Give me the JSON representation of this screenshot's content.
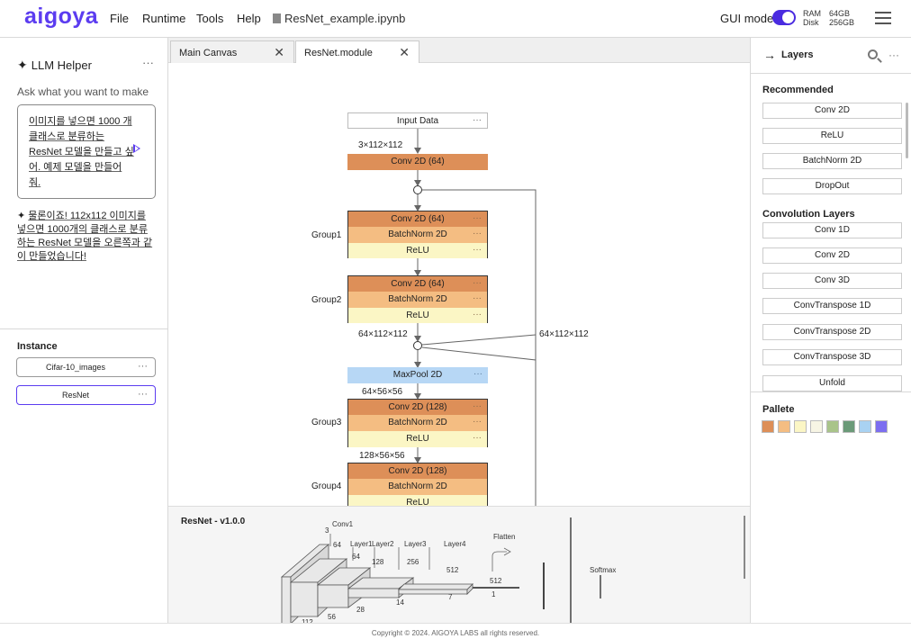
{
  "app": {
    "logo": "aigoya"
  },
  "menu": {
    "file": "File",
    "runtime": "Runtime",
    "tools": "Tools",
    "help": "Help"
  },
  "file_tab": {
    "name": "ResNet_example.ipynb"
  },
  "gui_mode": {
    "label": "GUI mode",
    "enabled": true
  },
  "resources": {
    "ram_label": "RAM",
    "ram_value": "64GB",
    "disk_label": "Disk",
    "disk_value": "256GB"
  },
  "llm": {
    "title": "LLM Helper",
    "ask_label": "Ask what you want to make",
    "prompt": "이미지를 넣으면 1000 개 클래스로 분류하는 ResNet 모델을 만들고 싶어. 예제 모델을 만들어 줘.",
    "reply": "물론이죠! 112x112 이미지를 넣으면 1000개의 클래스로 분류하는 ResNet 모델을 오른쪽과 같이 만들었습니다!"
  },
  "instance": {
    "title": "Instance",
    "items": [
      {
        "label": "Cifar-10_images"
      },
      {
        "label": "ResNet"
      }
    ]
  },
  "tabs": [
    {
      "label": "Main Canvas"
    },
    {
      "label": "ResNet.module"
    }
  ],
  "canvas": {
    "input": "Input Data",
    "dims": {
      "d1": "3×112×112",
      "d2": "64×112×112",
      "d3": "64×112×112",
      "d4": "64×56×56",
      "d5": "128×56×56"
    },
    "conv_first": "Conv 2D (64)",
    "groups": [
      {
        "label": "Group1",
        "layers": [
          "Conv 2D (64)",
          "BatchNorm 2D",
          "ReLU"
        ]
      },
      {
        "label": "Group2",
        "layers": [
          "Conv 2D (64)",
          "BatchNorm 2D",
          "ReLU"
        ]
      },
      {
        "label": "Group3",
        "layers": [
          "Conv 2D (128)",
          "BatchNorm 2D",
          "ReLU"
        ]
      },
      {
        "label": "Group4",
        "layers": [
          "Conv 2D (128)",
          "BatchNorm 2D",
          "ReLU"
        ]
      }
    ],
    "maxpool": "MaxPool 2D",
    "more": "···"
  },
  "preview": {
    "title": "ResNet - v1.0.0",
    "labels": {
      "conv1": "Conv1",
      "layer1": "Layer1",
      "layer2": "Layer2",
      "layer3": "Layer3",
      "layer4": "Layer4",
      "flatten": "Flatten",
      "softmax": "Softmax",
      "n3": "3",
      "n64a": "64",
      "n64b": "64",
      "n128": "128",
      "n256": "256",
      "n512a": "512",
      "n512b": "512",
      "n112": "112",
      "n56": "56",
      "n28": "28",
      "n14": "14",
      "n7": "7",
      "n1": "1"
    }
  },
  "layers_panel": {
    "title": "Layers",
    "recommended_title": "Recommended",
    "recommended": [
      "Conv 2D",
      "ReLU",
      "BatchNorm 2D",
      "DropOut"
    ],
    "convolution_title": "Convolution Layers",
    "convolution": [
      "Conv 1D",
      "Conv 2D",
      "Conv 3D",
      "ConvTranspose 1D",
      "ConvTranspose 2D",
      "ConvTranspose 3D",
      "Unfold"
    ],
    "pallete_title": "Pallete",
    "pallete": [
      "#dd8f58",
      "#f4bd82",
      "#fbf6c5",
      "#f7f5e4",
      "#a9c48a",
      "#6b9a78",
      "#a9d2f2",
      "#7c6ef0"
    ]
  },
  "colors": {
    "conv": "#dd8f58",
    "bn": "#f4bd82",
    "relu": "#fbf6c5",
    "pool": "#b7d7f5",
    "accent": "#5b3cf0"
  },
  "footer": "Copyright © 2024. AIGOYA LABS all rights reserved."
}
